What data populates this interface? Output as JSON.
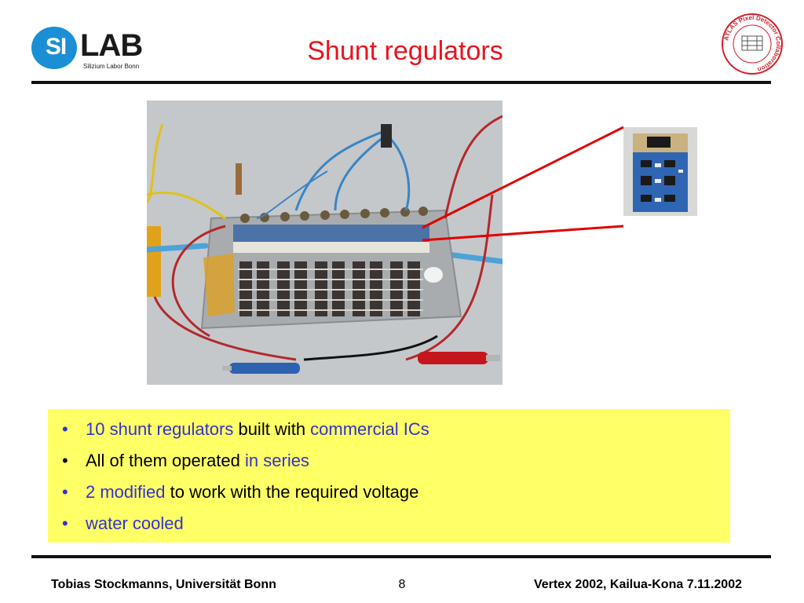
{
  "header": {
    "logo_mark": "SI",
    "logo_name": "LAB",
    "logo_subtitle": "Silizium Labor Bonn",
    "title": "Shunt regulators",
    "seal_text": "ATLAS Pixel Detector Collaboration"
  },
  "bullets": [
    {
      "parts": [
        {
          "text": "10 shunt regulators",
          "highlight": true
        },
        {
          "text": " built with ",
          "highlight": false
        },
        {
          "text": "commercial ICs",
          "highlight": true
        }
      ],
      "marker_blue": true
    },
    {
      "parts": [
        {
          "text": "All of them operated ",
          "highlight": false
        },
        {
          "text": "in series",
          "highlight": true
        }
      ],
      "marker_blue": false
    },
    {
      "parts": [
        {
          "text": "2 modified",
          "highlight": true
        },
        {
          "text": " to work with the required voltage",
          "highlight": false
        }
      ],
      "marker_blue": true
    },
    {
      "parts": [
        {
          "text": "water cooled",
          "highlight": true
        }
      ],
      "marker_blue": true
    }
  ],
  "bullet_symbol": "•",
  "footer": {
    "author": "Tobias Stockmanns, Universität Bonn",
    "page": "8",
    "event": "Vertex 2002, Kailua-Kona 7.11.2002"
  },
  "colors": {
    "title": "#e8141e",
    "highlight": "#3333cc",
    "box": "#ffff66",
    "logo_blue": "#1b8fd6",
    "callout": "#e00000"
  }
}
